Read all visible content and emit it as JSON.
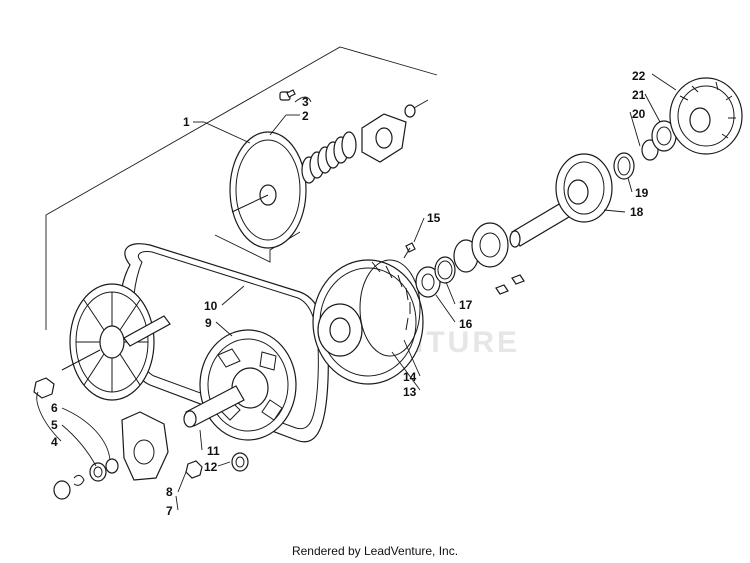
{
  "watermark": {
    "text": "LEADVENTURE"
  },
  "footer": {
    "text": "Rendered by LeadVenture, Inc."
  },
  "callouts": [
    {
      "id": "1",
      "label": "1"
    },
    {
      "id": "2",
      "label": "2"
    },
    {
      "id": "3",
      "label": "3"
    },
    {
      "id": "4",
      "label": "4"
    },
    {
      "id": "5",
      "label": "5"
    },
    {
      "id": "6",
      "label": "6"
    },
    {
      "id": "7",
      "label": "7"
    },
    {
      "id": "8",
      "label": "8"
    },
    {
      "id": "9",
      "label": "9"
    },
    {
      "id": "10",
      "label": "10"
    },
    {
      "id": "11",
      "label": "11"
    },
    {
      "id": "12",
      "label": "12"
    },
    {
      "id": "13",
      "label": "13"
    },
    {
      "id": "14",
      "label": "14"
    },
    {
      "id": "15",
      "label": "15"
    },
    {
      "id": "16",
      "label": "16"
    },
    {
      "id": "17",
      "label": "17"
    },
    {
      "id": "18",
      "label": "18"
    },
    {
      "id": "19",
      "label": "19"
    },
    {
      "id": "20",
      "label": "20"
    },
    {
      "id": "21",
      "label": "21"
    },
    {
      "id": "22",
      "label": "22"
    }
  ]
}
